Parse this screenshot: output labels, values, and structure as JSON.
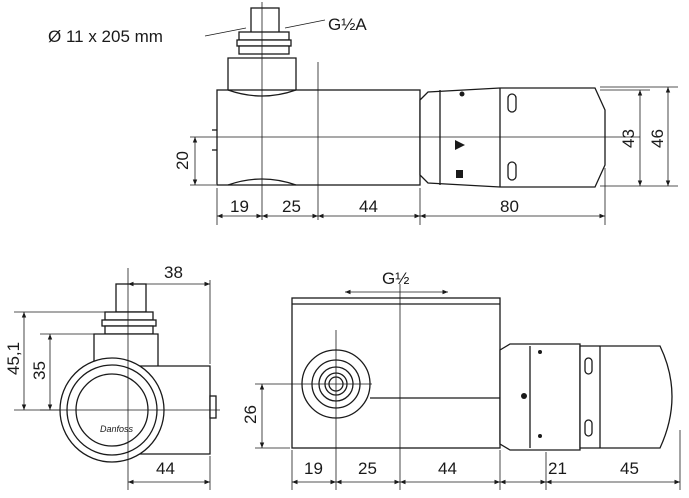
{
  "labels": {
    "pipe_spec": "Ø 11 x 205 mm",
    "thread_top": "G½A",
    "thread_side": "G½",
    "logo": "Danfoss"
  },
  "dimensions": {
    "top_view": {
      "d19": "19",
      "d25": "25",
      "d44": "44",
      "d80": "80",
      "d20": "20",
      "d43": "43",
      "d46": "46"
    },
    "end_view": {
      "d38": "38",
      "d45_1": "45,1",
      "d35": "35",
      "d44": "44"
    },
    "front_view": {
      "d19": "19",
      "d25": "25",
      "d44": "44",
      "d21": "21",
      "d45": "45",
      "d26": "26"
    }
  }
}
